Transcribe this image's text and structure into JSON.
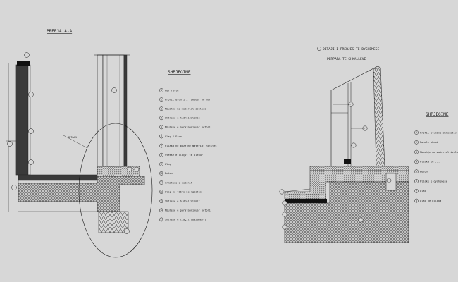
{
  "left_view": {
    "title": "PRERJA A-A",
    "detail_label": "DETAJ1",
    "legend_title": "SHPJEGIME",
    "legend": [
      "Mur Tulle",
      "Profil drunri i fiksuar ne mur",
      "Mbushje me material izolues",
      "Shtrese e hidroizolimit",
      "Mbulese e parafabrikuar betoni",
      "Llaç / Fino",
      "Pllaka ne baze me material ngjites",
      "Strese e llaçit te plehur",
      "Llaç",
      "Beton",
      "Armature e betonit",
      "Llaç me fibra ne ngjites",
      "Shtrese e hidroizolimit",
      "Mbulese e parafabrikuar betoni",
      "Shtrese e llaçit (bazament)"
    ]
  },
  "right_view": {
    "title_line1": "DETAJI I PRERJES TE DYSHEMESE",
    "title_line2": "PERPARA TE SHKALLEVE",
    "legend_title": "SHPJEGIME",
    "legend": [
      "Profil alumini dekorativ",
      "Panele xhami",
      "Mbushje me material izolues",
      "Pllaka te ...",
      "Beton",
      "Pllake e dyshemese",
      "Llaç",
      "Llaç ne pllaka"
    ]
  },
  "colors": {
    "background": "#d7d7d7",
    "line": "#1a1a1a"
  }
}
